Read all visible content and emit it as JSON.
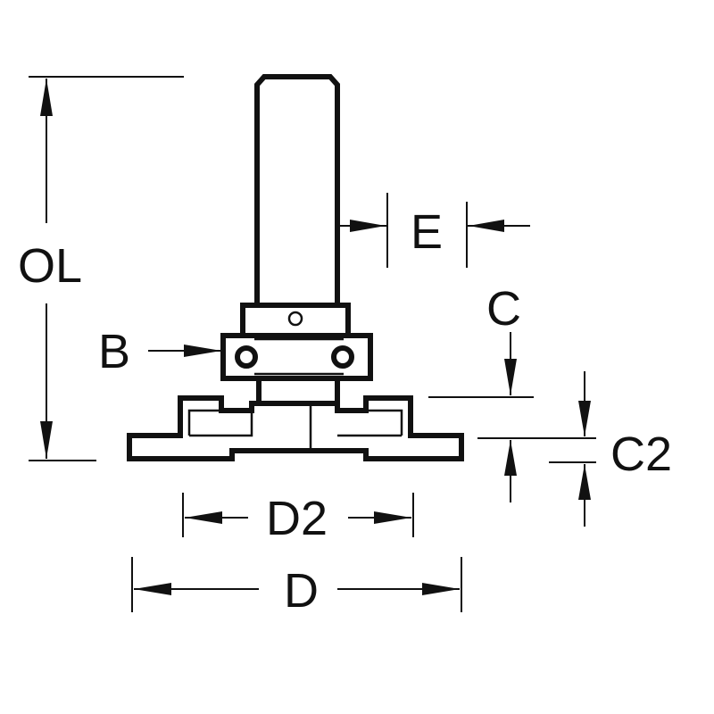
{
  "labels": {
    "ol": "OL",
    "e": "E",
    "c": "C",
    "b": "B",
    "c2": "C2",
    "d2": "D2",
    "d": "D"
  },
  "colors": {
    "line": "#111111",
    "background": "#ffffff"
  }
}
